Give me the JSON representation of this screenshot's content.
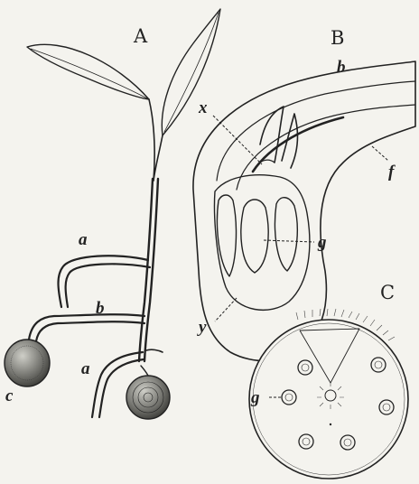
{
  "panels": [
    {
      "id": "A",
      "label": "A"
    },
    {
      "id": "B",
      "label": "B"
    },
    {
      "id": "C",
      "label": "C"
    }
  ],
  "labels": {
    "a_upper": "a",
    "b_seedling": "b",
    "c_seedling": "c",
    "a_lower": "a",
    "b_section": "b",
    "x": "x",
    "f": "f",
    "g_section": "g",
    "y": "y",
    "g_cross": "g"
  },
  "colors": {
    "background": "#f4f3ee",
    "ink": "#222222"
  }
}
